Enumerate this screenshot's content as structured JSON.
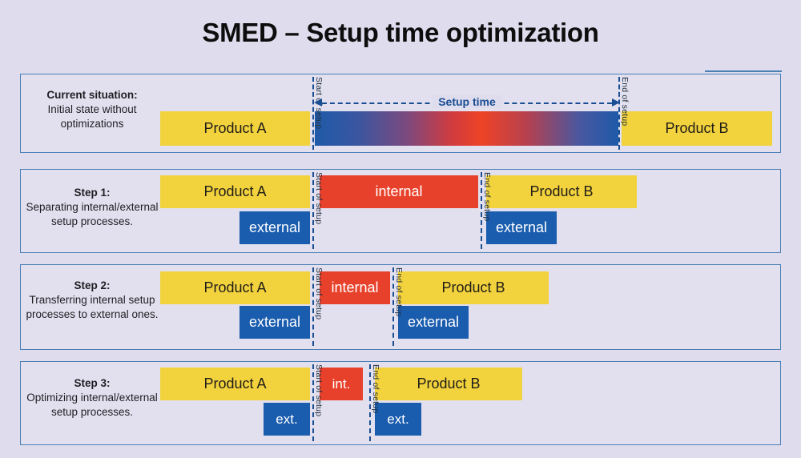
{
  "page": {
    "title": "SMED – Setup time optimization",
    "background_color": "#dedced"
  },
  "colors": {
    "panel_border": "#4a7fb5",
    "product": "#f2d23d",
    "external": "#1a5cae",
    "internal": "#e8412b",
    "marker": "#1a4e93",
    "text_dark": "#1e1e22"
  },
  "labels": {
    "start_of_setup": "Start of setup",
    "end_of_setup": "End of setup",
    "setup_time": "Setup time",
    "product_a": "Product A",
    "product_b": "Product B",
    "internal": "internal",
    "external": "external",
    "internal_short": "int.",
    "external_short": "ext."
  },
  "rows": [
    {
      "id": "current-situation",
      "heading": "Current situation:",
      "description": "Initial state without optimizations",
      "bars": [
        {
          "name": "product-a-bar",
          "label": "Product A"
        },
        {
          "name": "setup-gradient-bar",
          "label": ""
        },
        {
          "name": "product-b-bar",
          "label": "Product B"
        }
      ],
      "markers": [
        "Start of setup",
        "End of setup"
      ],
      "annotation": "Setup time"
    },
    {
      "id": "step-1",
      "heading": "Step 1:",
      "description": "Separating internal/external setup processes.",
      "bars": [
        {
          "name": "product-a-bar",
          "label": "Product A"
        },
        {
          "name": "external-a-bar",
          "label": "external"
        },
        {
          "name": "internal-bar",
          "label": "internal"
        },
        {
          "name": "product-b-bar",
          "label": "Product B"
        },
        {
          "name": "external-b-bar",
          "label": "external"
        }
      ],
      "markers": [
        "Start of setup",
        "End of setup"
      ]
    },
    {
      "id": "step-2",
      "heading": "Step 2:",
      "description": "Transferring internal setup processes to external ones.",
      "bars": [
        {
          "name": "product-a-bar",
          "label": "Product A"
        },
        {
          "name": "external-a-bar",
          "label": "external"
        },
        {
          "name": "internal-bar",
          "label": "internal"
        },
        {
          "name": "product-b-bar",
          "label": "Product B"
        },
        {
          "name": "external-b-bar",
          "label": "external"
        }
      ],
      "markers": [
        "Start of setup",
        "End of setup"
      ]
    },
    {
      "id": "step-3",
      "heading": "Step 3:",
      "description": "Optimizing internal/external setup processes.",
      "bars": [
        {
          "name": "product-a-bar",
          "label": "Product A"
        },
        {
          "name": "external-a-bar",
          "label": "ext."
        },
        {
          "name": "internal-bar",
          "label": "int."
        },
        {
          "name": "product-b-bar",
          "label": "Product B"
        },
        {
          "name": "external-b-bar",
          "label": "ext."
        }
      ],
      "markers": [
        "Start of setup",
        "End of setup"
      ]
    }
  ]
}
